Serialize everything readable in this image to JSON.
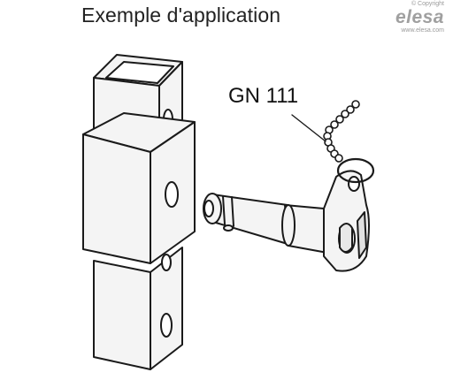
{
  "title": "Exemple d'application",
  "logo": {
    "copyright": "© Copyright",
    "brand": "elesa",
    "url": "www.elesa.com"
  },
  "part_label": "GN 111"
}
